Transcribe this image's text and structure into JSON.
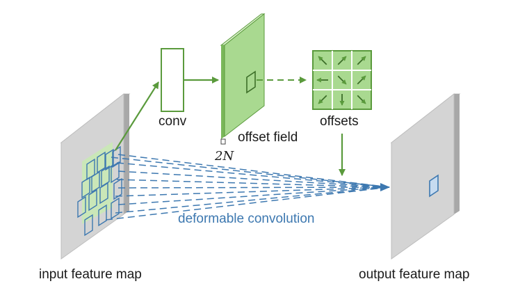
{
  "labels": {
    "conv": "conv",
    "offset_field": "offset field",
    "offset_field_channels": "2N",
    "offsets": "offsets",
    "deformable_convolution": "deformable convolution",
    "input_feature_map": "input feature map",
    "output_feature_map": "output feature map"
  },
  "colors": {
    "green_stroke": "#5a9a3c",
    "green_fill": "#a9d990",
    "green_light": "#c9e8b6",
    "blue_stroke": "#3d78b0",
    "blue_fill": "#c6dbf0",
    "gray_face": "#d4d4d4",
    "gray_side": "#a8a8a8",
    "gray_top": "#e8e8e8"
  },
  "offset_arrows": [
    "nw",
    "ne",
    "ne",
    "w",
    "se",
    "ne",
    "sw",
    "s",
    "se"
  ],
  "icons": [
    "arrow-icon",
    "dashed-arrow-icon"
  ]
}
